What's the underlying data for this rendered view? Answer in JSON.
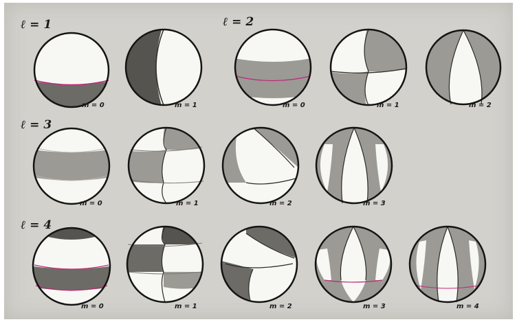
{
  "rows": [
    {
      "label": "ℓ = 1",
      "spheres": [
        {
          "name": "l1-m0",
          "label": "m = 0"
        },
        {
          "name": "l1-m1",
          "label": "m = 1"
        }
      ]
    },
    {
      "label": "ℓ = 2",
      "spheres": [
        {
          "name": "l2-m0",
          "label": "m = 0"
        },
        {
          "name": "l2-m1",
          "label": "m = 1"
        },
        {
          "name": "l2-m2",
          "label": "m = 2"
        }
      ]
    },
    {
      "label": "ℓ = 3",
      "spheres": [
        {
          "name": "l3-m0",
          "label": "m = 0"
        },
        {
          "name": "l3-m1",
          "label": "m = 1"
        },
        {
          "name": "l3-m2",
          "label": "m = 2"
        },
        {
          "name": "l3-m3",
          "label": "m = 3"
        }
      ]
    },
    {
      "label": "ℓ = 4",
      "spheres": [
        {
          "name": "l4-m0",
          "label": "m = 0"
        },
        {
          "name": "l4-m1",
          "label": "m = 1"
        },
        {
          "name": "l4-m2",
          "label": "m = 2"
        },
        {
          "name": "l4-m3",
          "label": "m = 3"
        },
        {
          "name": "l4-m4",
          "label": "m = 4"
        }
      ]
    }
  ],
  "colors": {
    "background": "#d3d1cc",
    "light_region": "#f7f7f3",
    "mid_region": "#9b9a94",
    "dark_region": "#55544f",
    "equator_line": "#c0287a",
    "outline": "#141414"
  }
}
